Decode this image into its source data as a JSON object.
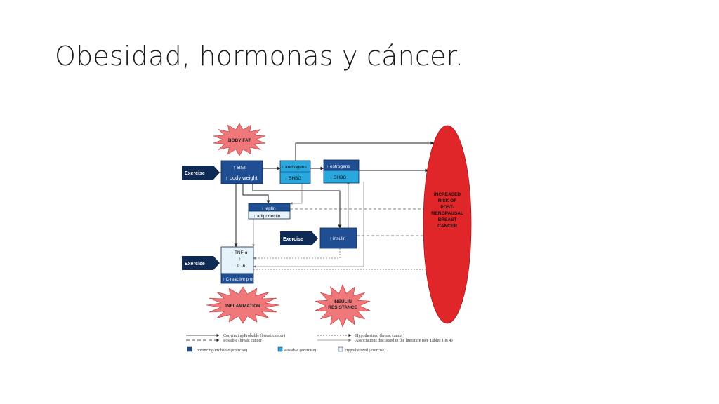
{
  "slide": {
    "title": "Obesidad, hormonas y cáncer."
  },
  "diagram": {
    "exercise_label": "Exercise",
    "body_fat": "BODY FAT",
    "bmi": "↑ BMI",
    "body_weight": "↑ body weight",
    "androgens": "↑ androgens",
    "shbg_1": "↓ SHBG",
    "estrogens": "↑ estrogens",
    "shbg_2": "↓ SHBG",
    "leptin": "↑ leptin",
    "adiponectin": "↓ adiponectin",
    "insulin": "↑ insulin",
    "tnf": "↑ TNF-α",
    "il6": "↑ IL-6",
    "crp": "↑ C-reactive protein",
    "inflammation": "INFLAMMATION",
    "insulin_resistance": [
      "INSULIN",
      "RESISTANCE"
    ],
    "outcome": [
      "INCREASED",
      "RISK OF",
      "POST-",
      "MENOPAUSAL",
      "BREAST",
      "CANCER"
    ],
    "legend": {
      "convincing": "Convincing/Probable (breast cancer)",
      "possible": "Possible (breast cancer)",
      "hypothesized": "Hypothesized (breast cancer)",
      "associations": "Associations discussed in the literature (see Tables 1 & 4)",
      "box_convincing": "Convincing/Probable (exercise)",
      "box_possible": "Possible (exercise)",
      "box_hypothesized": "Hypothesized (exercise)"
    },
    "colors": {
      "dark_blue": "#1f4e93",
      "light_blue": "#29a8df",
      "pale_blue": "#e6f3fa",
      "navy": "#0f2a54",
      "red": "#e1262a",
      "starburst": "#f0787a"
    }
  }
}
